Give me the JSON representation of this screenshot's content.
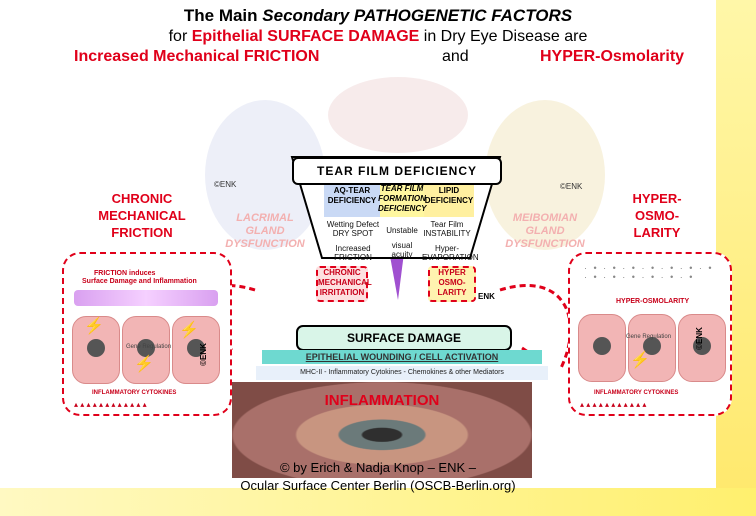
{
  "title": {
    "line1_a": "The Main ",
    "line1_b": "Secondary PATHOGENETIC FACTORS",
    "line2_a": "for ",
    "line2_b": "Epithelial SURFACE DAMAGE",
    "line2_c": " in Dry Eye Disease are",
    "line3_a": "Increased Mechanical FRICTION",
    "line3_b": "and",
    "line3_c": "HYPER-Osmolarity"
  },
  "left": {
    "heading": [
      "CHRONIC",
      "MECHANICAL",
      "FRICTION"
    ],
    "friction_induces": "FRICTION induces",
    "damage_inflammation": "Surface Damage and Inflammation",
    "gene_regulation": "Gene Regulation",
    "inflammatory_cytokines": "INFLAMMATORY CYTOKINES",
    "enk": "©ENK"
  },
  "right": {
    "heading": [
      "HYPER-",
      "OSMO-",
      "LARITY"
    ],
    "hyper_osmolarity": "HYPER-OSMOLARITY",
    "gene_regulation": "Gene Regulation",
    "inflammatory_cytokines": "INFLAMMATORY CYTOKINES",
    "enk": "©ENK"
  },
  "center": {
    "tear_film": "TEAR FILM DEFICIENCY",
    "col1": [
      "AQ-TEAR",
      "DEFICIENCY"
    ],
    "col2": [
      "TEAR FILM",
      "FORMATION",
      "DEFICIENCY"
    ],
    "col3": [
      "LIPID",
      "DEFICIENCY"
    ],
    "sub1": [
      "Wetting Defect",
      "DRY SPOT",
      "Increased",
      "FRICTION"
    ],
    "sub2": [
      "Unstable",
      "visual",
      "acuity"
    ],
    "sub3": [
      "Tear Film",
      "INSTABILITY",
      "Hyper-",
      "EVAPORATION"
    ],
    "chronic_box": [
      "CHRONIC",
      "MECHANICAL",
      "IRRITATION"
    ],
    "hyper_box": [
      "HYPER",
      "OSMO-",
      "LARITY"
    ],
    "lacrimal": [
      "LACRIMAL",
      "GLAND",
      "DYSFUNCTION"
    ],
    "meibomian": [
      "MEIBOMIAN",
      "GLAND",
      "DYSFUNCTION"
    ],
    "enk_left": "©ENK",
    "enk_right": "©ENK",
    "enk_mid": "ENK",
    "surface_damage": "SURFACE DAMAGE",
    "wounding": "EPITHELIAL WOUNDING / CELL ACTIVATION",
    "mhc": "MHC-II  -  Inflammatory Cytokines  -  Chemokines & other Mediators",
    "inflammation": "INFLAMMATION"
  },
  "credit": {
    "line1": "© by Erich & Nadja Knop – ENK –",
    "line2": "Ocular Surface Center Berlin (OSCB-Berlin.org)"
  },
  "colors": {
    "red": "#e0001a",
    "yellow": "#ffe86b",
    "cell": "#f2b5b5"
  }
}
